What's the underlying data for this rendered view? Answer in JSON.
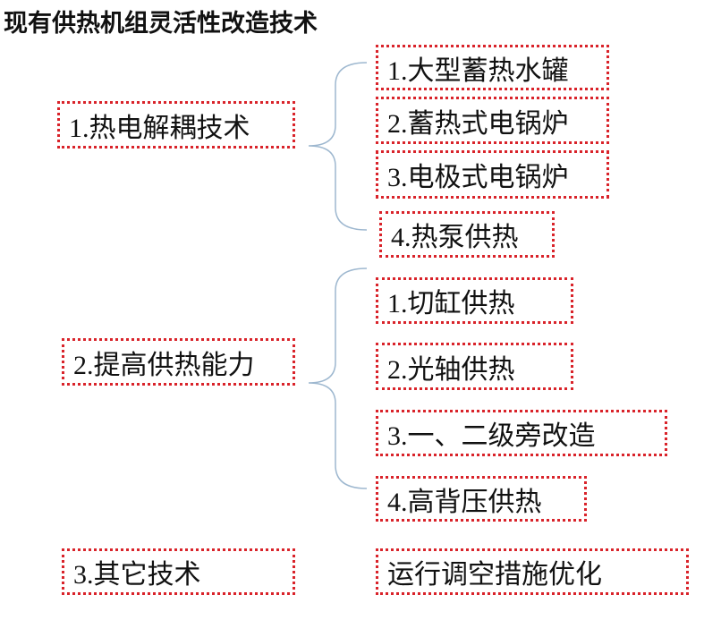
{
  "title": "现有供热机组灵活性改造技术",
  "groups": [
    {
      "label": "1.热电解耦技术",
      "items": [
        "1.大型蓄热水罐",
        "2.蓄热式电锅炉",
        "3.电极式电锅炉",
        "4.热泵供热"
      ]
    },
    {
      "label": "2.提高供热能力",
      "items": [
        "1.切缸供热",
        "2.光轴供热",
        "3.一、二级旁改造",
        "4.高背压供热"
      ]
    },
    {
      "label": "3.其它技术",
      "items": [
        "运行调空措施优化"
      ]
    }
  ],
  "colors": {
    "box_border": "#d9232a",
    "brace": "#9db7cf"
  }
}
